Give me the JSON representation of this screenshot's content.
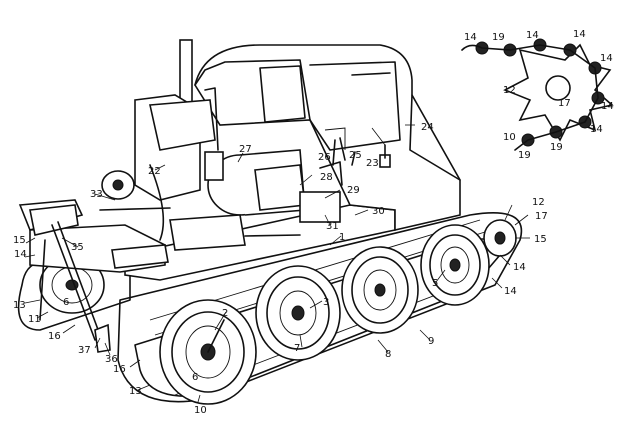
{
  "labels": {
    "l1": "1",
    "l2": "2",
    "l3": "3",
    "l5": "5",
    "l6a": "6",
    "l6b": "6",
    "l7": "7",
    "l8": "8",
    "l9": "9",
    "l10a": "10",
    "l10b": "10",
    "l11": "11",
    "l12a": "12",
    "l12b": "12",
    "l13a": "13",
    "l13b": "13",
    "l14a": "14",
    "l14b": "14",
    "l14c": "14",
    "l14d": "14",
    "l14e": "14",
    "l14f": "14",
    "l14g": "14",
    "l14h": "14",
    "l14i": "14",
    "l15a": "15",
    "l15b": "15",
    "l16a": "16",
    "l16b": "16",
    "l17a": "17",
    "l17b": "17",
    "l19a": "19",
    "l19b": "19",
    "l19c": "19",
    "l22": "22",
    "l23": "23",
    "l24": "24",
    "l25": "25",
    "l26": "26",
    "l27": "27",
    "l28": "28",
    "l29": "29",
    "l30": "30",
    "l31": "31",
    "l33": "33",
    "l35": "35",
    "l36": "36",
    "l37": "37"
  }
}
